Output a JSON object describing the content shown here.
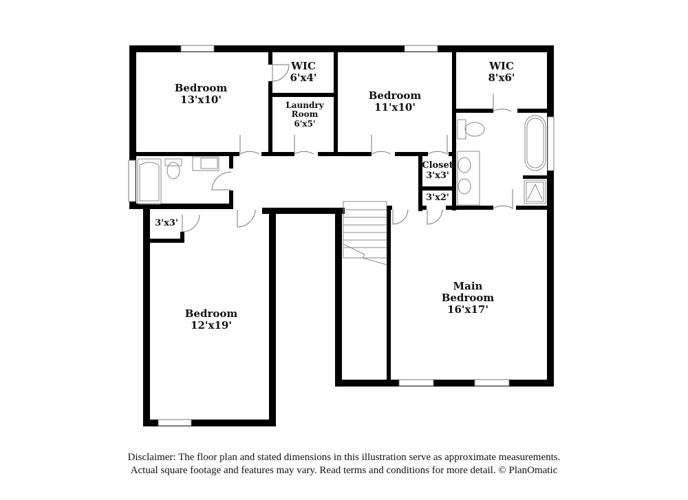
{
  "floorplan": {
    "rooms": [
      {
        "id": "bedroom-nw",
        "name": "Bedroom",
        "dimensions": "13'x10'"
      },
      {
        "id": "wic-1",
        "name": "WIC",
        "dimensions": "6'x4'"
      },
      {
        "id": "laundry",
        "name": "Laundry Room",
        "name_line1": "Laundry",
        "name_line2": "Room",
        "dimensions": "6'x5'"
      },
      {
        "id": "bedroom-n",
        "name": "Bedroom",
        "dimensions": "11'x10'"
      },
      {
        "id": "wic-2",
        "name": "WIC",
        "dimensions": "8'x6'"
      },
      {
        "id": "closet",
        "name": "Closet",
        "dimensions": "3'x3'"
      },
      {
        "id": "closet-small",
        "name": "",
        "dimensions": "3'x2'"
      },
      {
        "id": "closet-sw",
        "name": "",
        "dimensions": "3'x3'"
      },
      {
        "id": "bedroom-sw",
        "name": "Bedroom",
        "dimensions": "12'x19'"
      },
      {
        "id": "main-bedroom",
        "name": "Main Bedroom",
        "name_line1": "Main",
        "name_line2": "Bedroom",
        "dimensions": "16'x17'"
      }
    ],
    "colors": {
      "wall": "#000000",
      "fixture_line": "#888888",
      "background": "#ffffff"
    }
  },
  "disclaimer": {
    "line1": "Disclaimer: The floor plan and stated dimensions in this illustration serve as approximate measurements.",
    "line2": "Actual square footage and features may vary. Read terms and conditions for more detail. © PlanOmatic"
  }
}
